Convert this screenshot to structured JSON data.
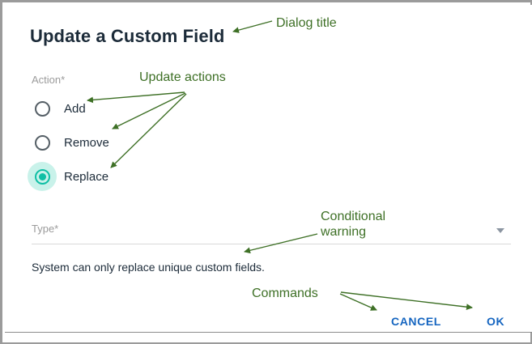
{
  "dialog": {
    "title": "Update a Custom Field",
    "action": {
      "label": "Action*",
      "options": [
        {
          "label": "Add",
          "selected": false
        },
        {
          "label": "Remove",
          "selected": false
        },
        {
          "label": "Replace",
          "selected": true
        }
      ]
    },
    "type": {
      "label": "Type*",
      "value": "",
      "placeholder": "",
      "dropdown_icon": "chevron-down-icon"
    },
    "warning": "System can only replace unique custom fields.",
    "commands": {
      "cancel_label": "CANCEL",
      "ok_label": "OK"
    }
  },
  "annotations": [
    {
      "id": "title",
      "text": "Dialog title"
    },
    {
      "id": "actions",
      "text": "Update actions"
    },
    {
      "id": "warning",
      "text": "Conditional\nwarning"
    },
    {
      "id": "commands",
      "text": "Commands"
    }
  ],
  "colors": {
    "accent_teal": "#10bfa5",
    "ripple_teal": "#c9f2ea",
    "command_blue": "#1565c0",
    "annotation_green": "#3e7026",
    "label_gray": "#9b9b9b",
    "text_dark": "#1c2b39",
    "frame_gray": "#9b9b9b"
  }
}
